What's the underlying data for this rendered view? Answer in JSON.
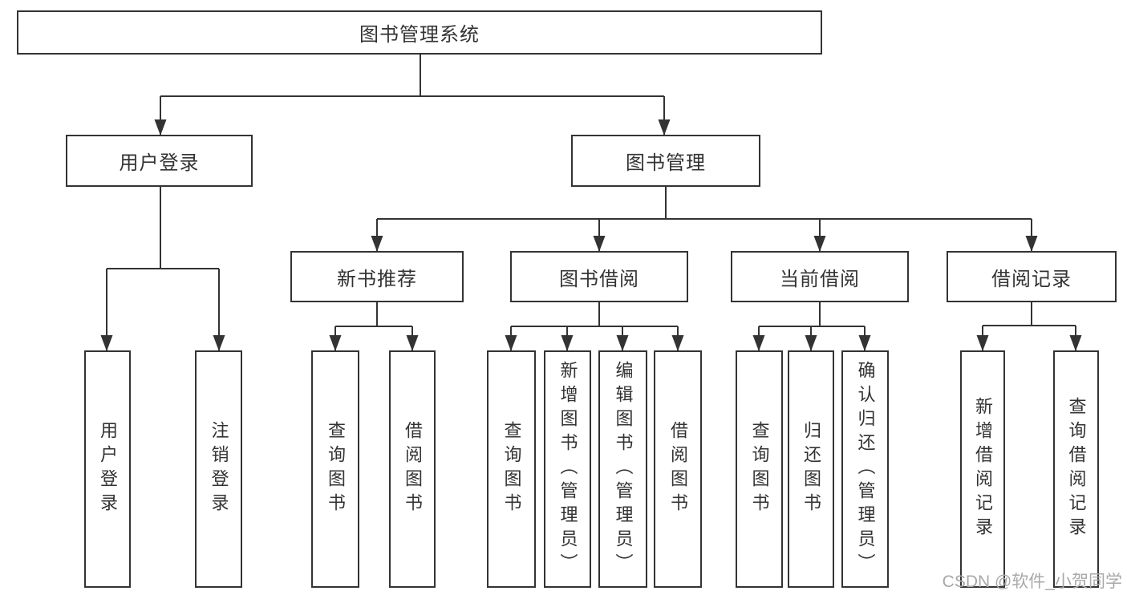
{
  "diagram": {
    "title": "图书管理系统",
    "branches": [
      {
        "label": "用户登录",
        "children": [
          {
            "label": "用户登录"
          },
          {
            "label": "注销登录"
          }
        ]
      },
      {
        "label": "图书管理",
        "children": [
          {
            "label": "新书推荐",
            "children": [
              {
                "label": "查询图书"
              },
              {
                "label": "借阅图书"
              }
            ]
          },
          {
            "label": "图书借阅",
            "children": [
              {
                "label": "查询图书"
              },
              {
                "label": "新增图书（管理员）"
              },
              {
                "label": "编辑图书（管理员）"
              },
              {
                "label": "借阅图书"
              }
            ]
          },
          {
            "label": "当前借阅",
            "children": [
              {
                "label": "查询图书"
              },
              {
                "label": "归还图书"
              },
              {
                "label": "确认归还（管理员）"
              }
            ]
          },
          {
            "label": "借阅记录",
            "children": [
              {
                "label": "新增借阅记录"
              },
              {
                "label": "查询借阅记录"
              }
            ]
          }
        ]
      }
    ]
  },
  "watermark": {
    "text": "CSDN @软件_小贺同学"
  },
  "colors": {
    "line": "#333333",
    "box_border": "#333333",
    "text": "#333333",
    "watermark": "#a8a8a8",
    "background": "#ffffff"
  }
}
